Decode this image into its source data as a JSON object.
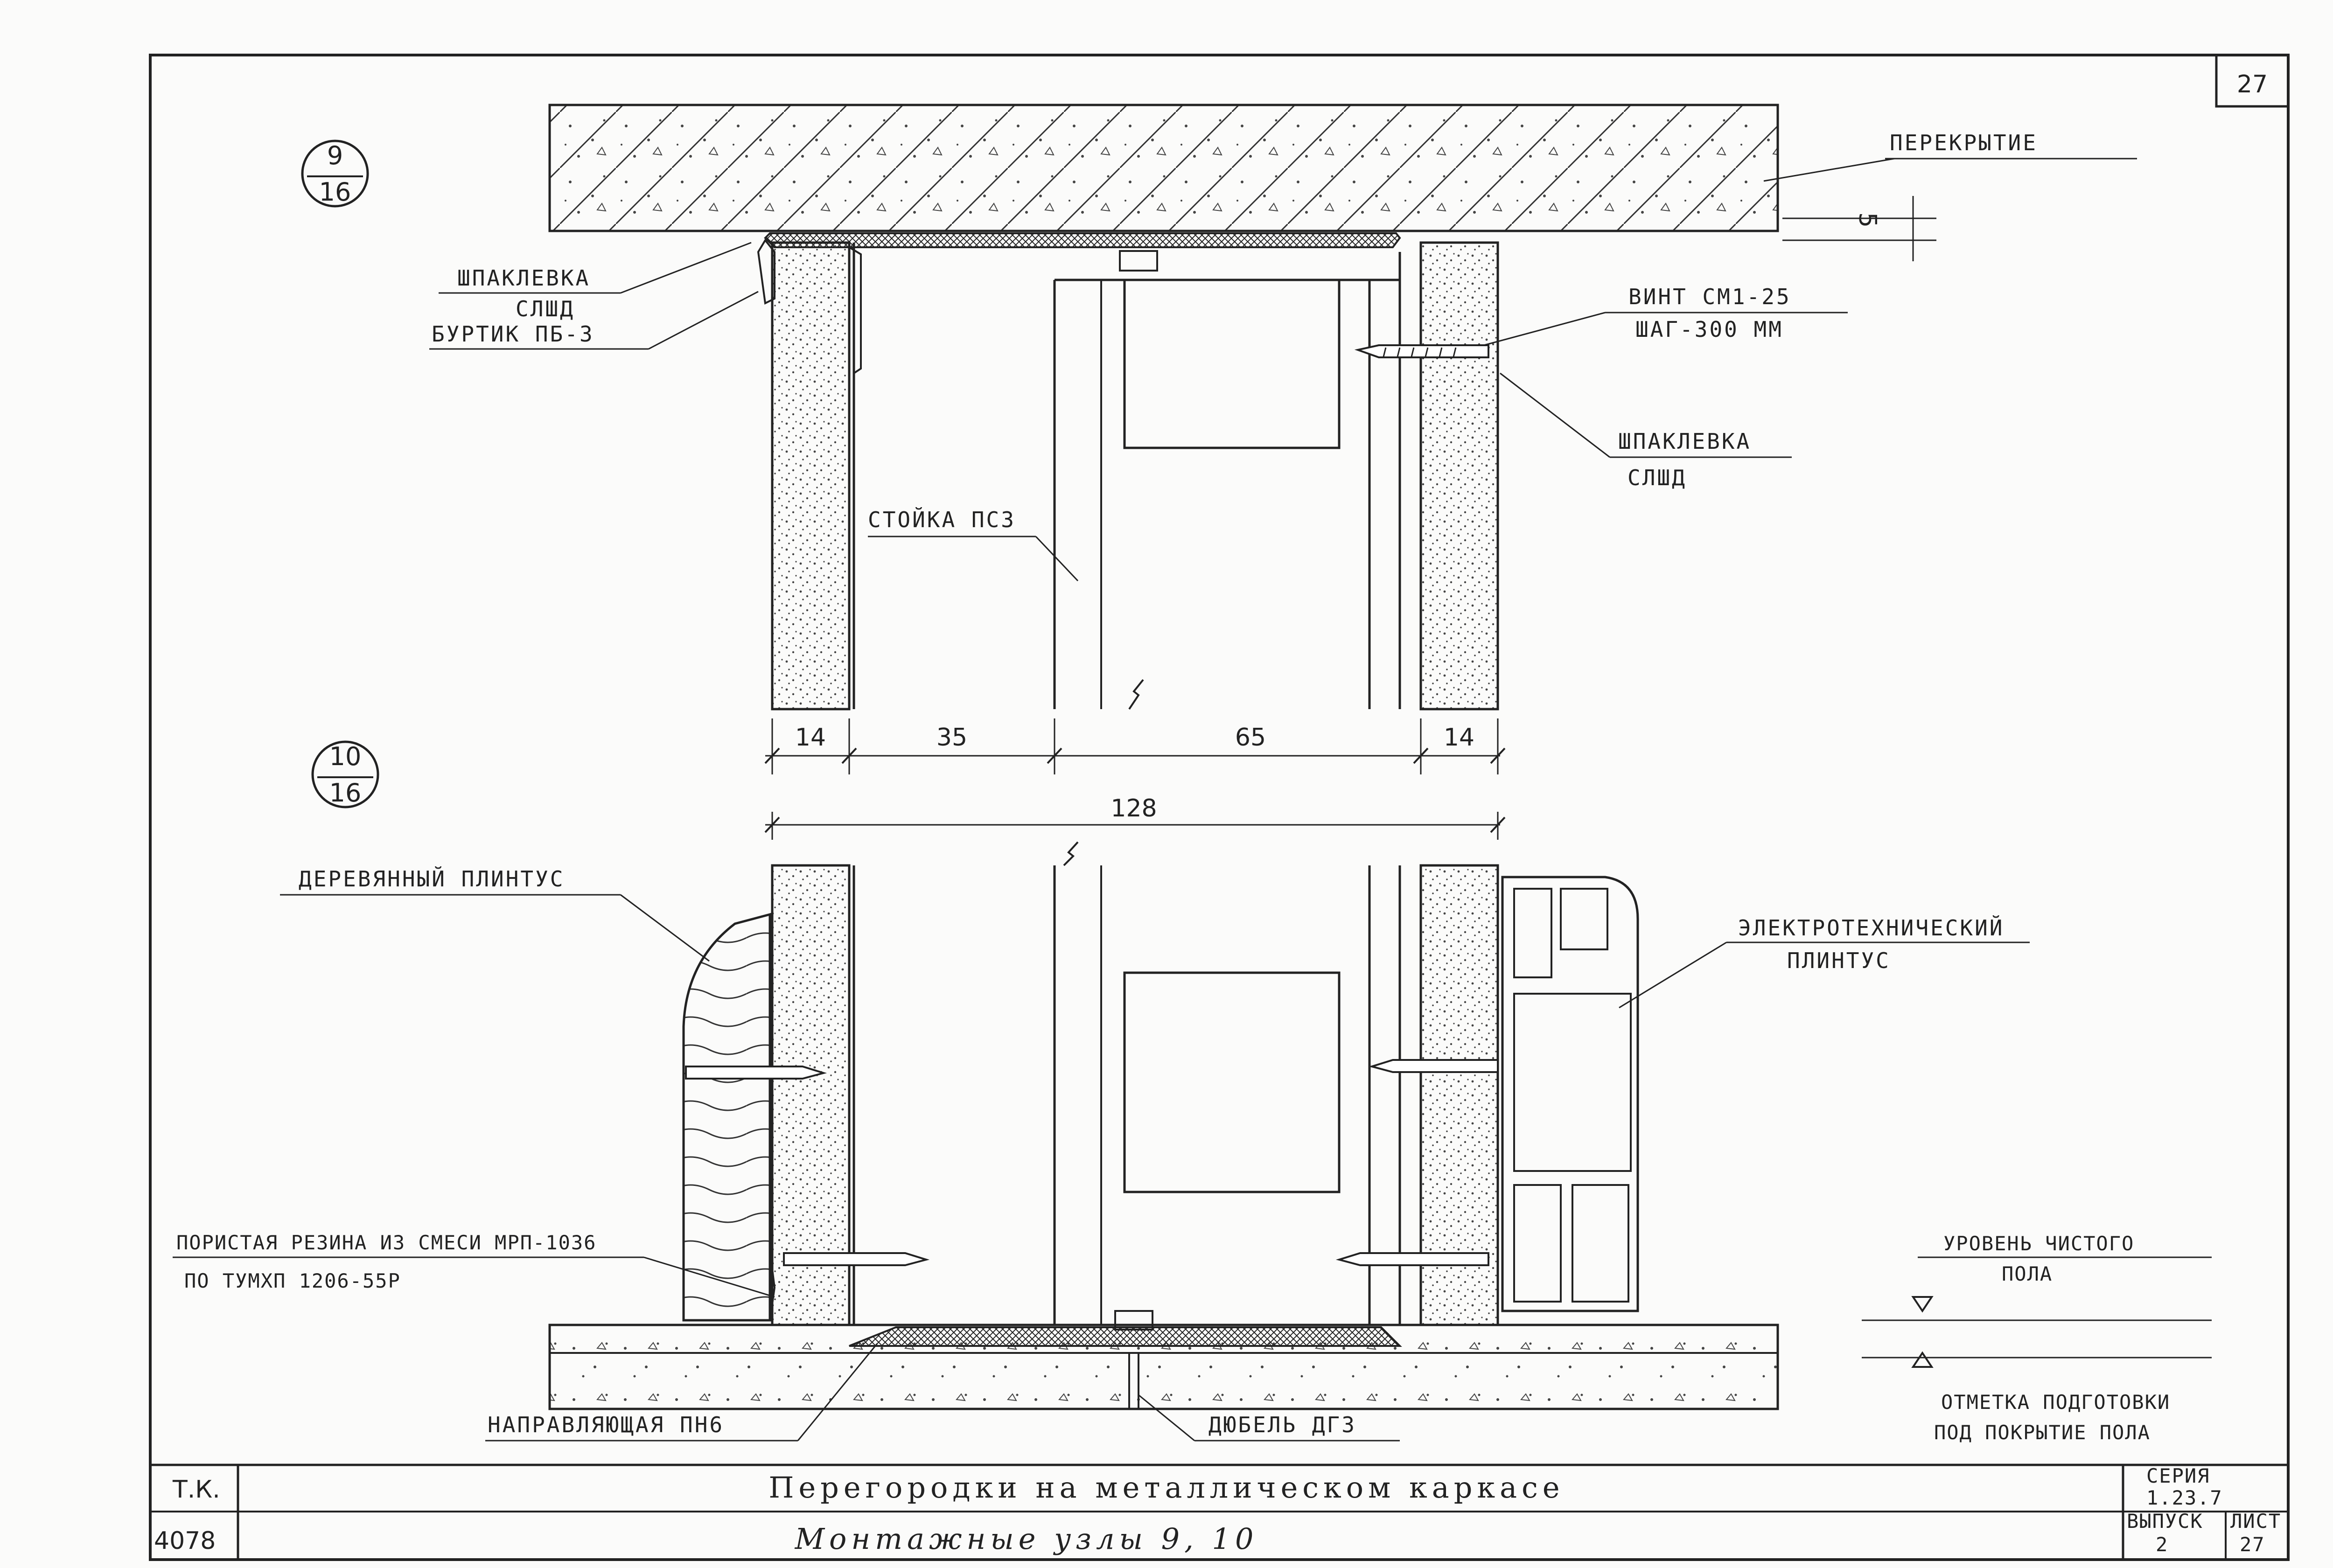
{
  "sheet_number": "27",
  "detail_top": {
    "num": "9",
    "den": "16"
  },
  "detail_bottom": {
    "num": "10",
    "den": "16"
  },
  "labels": {
    "slab": "ПЕРЕКРЫТИЕ",
    "gap": "5",
    "putty_top": "ШПАКЛЕВКА",
    "slsh_top": "СЛШД",
    "burtik": "БУРТИК ПБ-3",
    "screw_1": "ВИНТ СМ1-25",
    "screw_2": "ШАГ-300 ММ",
    "putty_right": "ШПАКЛЕВКА",
    "slsh_right": "СЛШД",
    "stud": "СТОЙКА ПС3",
    "wood_plinth": "ДЕРЕВЯННЫЙ ПЛИНТУС",
    "elec_plinth_1": "ЭЛЕКТРОТЕХНИЧЕСКИЙ",
    "elec_plinth_2": "ПЛИНТУС",
    "rubber_1": "ПОРИСТАЯ РЕЗИНА ИЗ СМЕСИ МРП-1036",
    "rubber_2": "ПО ТУМХП 1206-55Р",
    "floor_level_1": "УРОВЕНЬ ЧИСТОГО",
    "floor_level_2": "ПОЛА",
    "guide": "НАПРАВЛЯЮЩАЯ ПН6",
    "dowel": "ДЮБЕЛЬ ДГ3",
    "prep_mark_1": "ОТМЕТКА ПОДГОТОВКИ",
    "prep_mark_2": "ПОД ПОКРЫТИЕ ПОЛА"
  },
  "dimensions": {
    "d1": "14",
    "d2": "35",
    "d3": "65",
    "d4": "14",
    "total": "128"
  },
  "title_block": {
    "left_top": "Т.К.",
    "left_bottom": "4078",
    "title": "Перегородки на металлическом каркасе",
    "subtitle": "Монтажные узлы 9, 10",
    "series_label": "СЕРИЯ",
    "series_value": "1.23.7",
    "issue_label": "ВЫПУСК",
    "issue_value": "2",
    "sheet_label": "ЛИСТ",
    "sheet_value": "27"
  }
}
